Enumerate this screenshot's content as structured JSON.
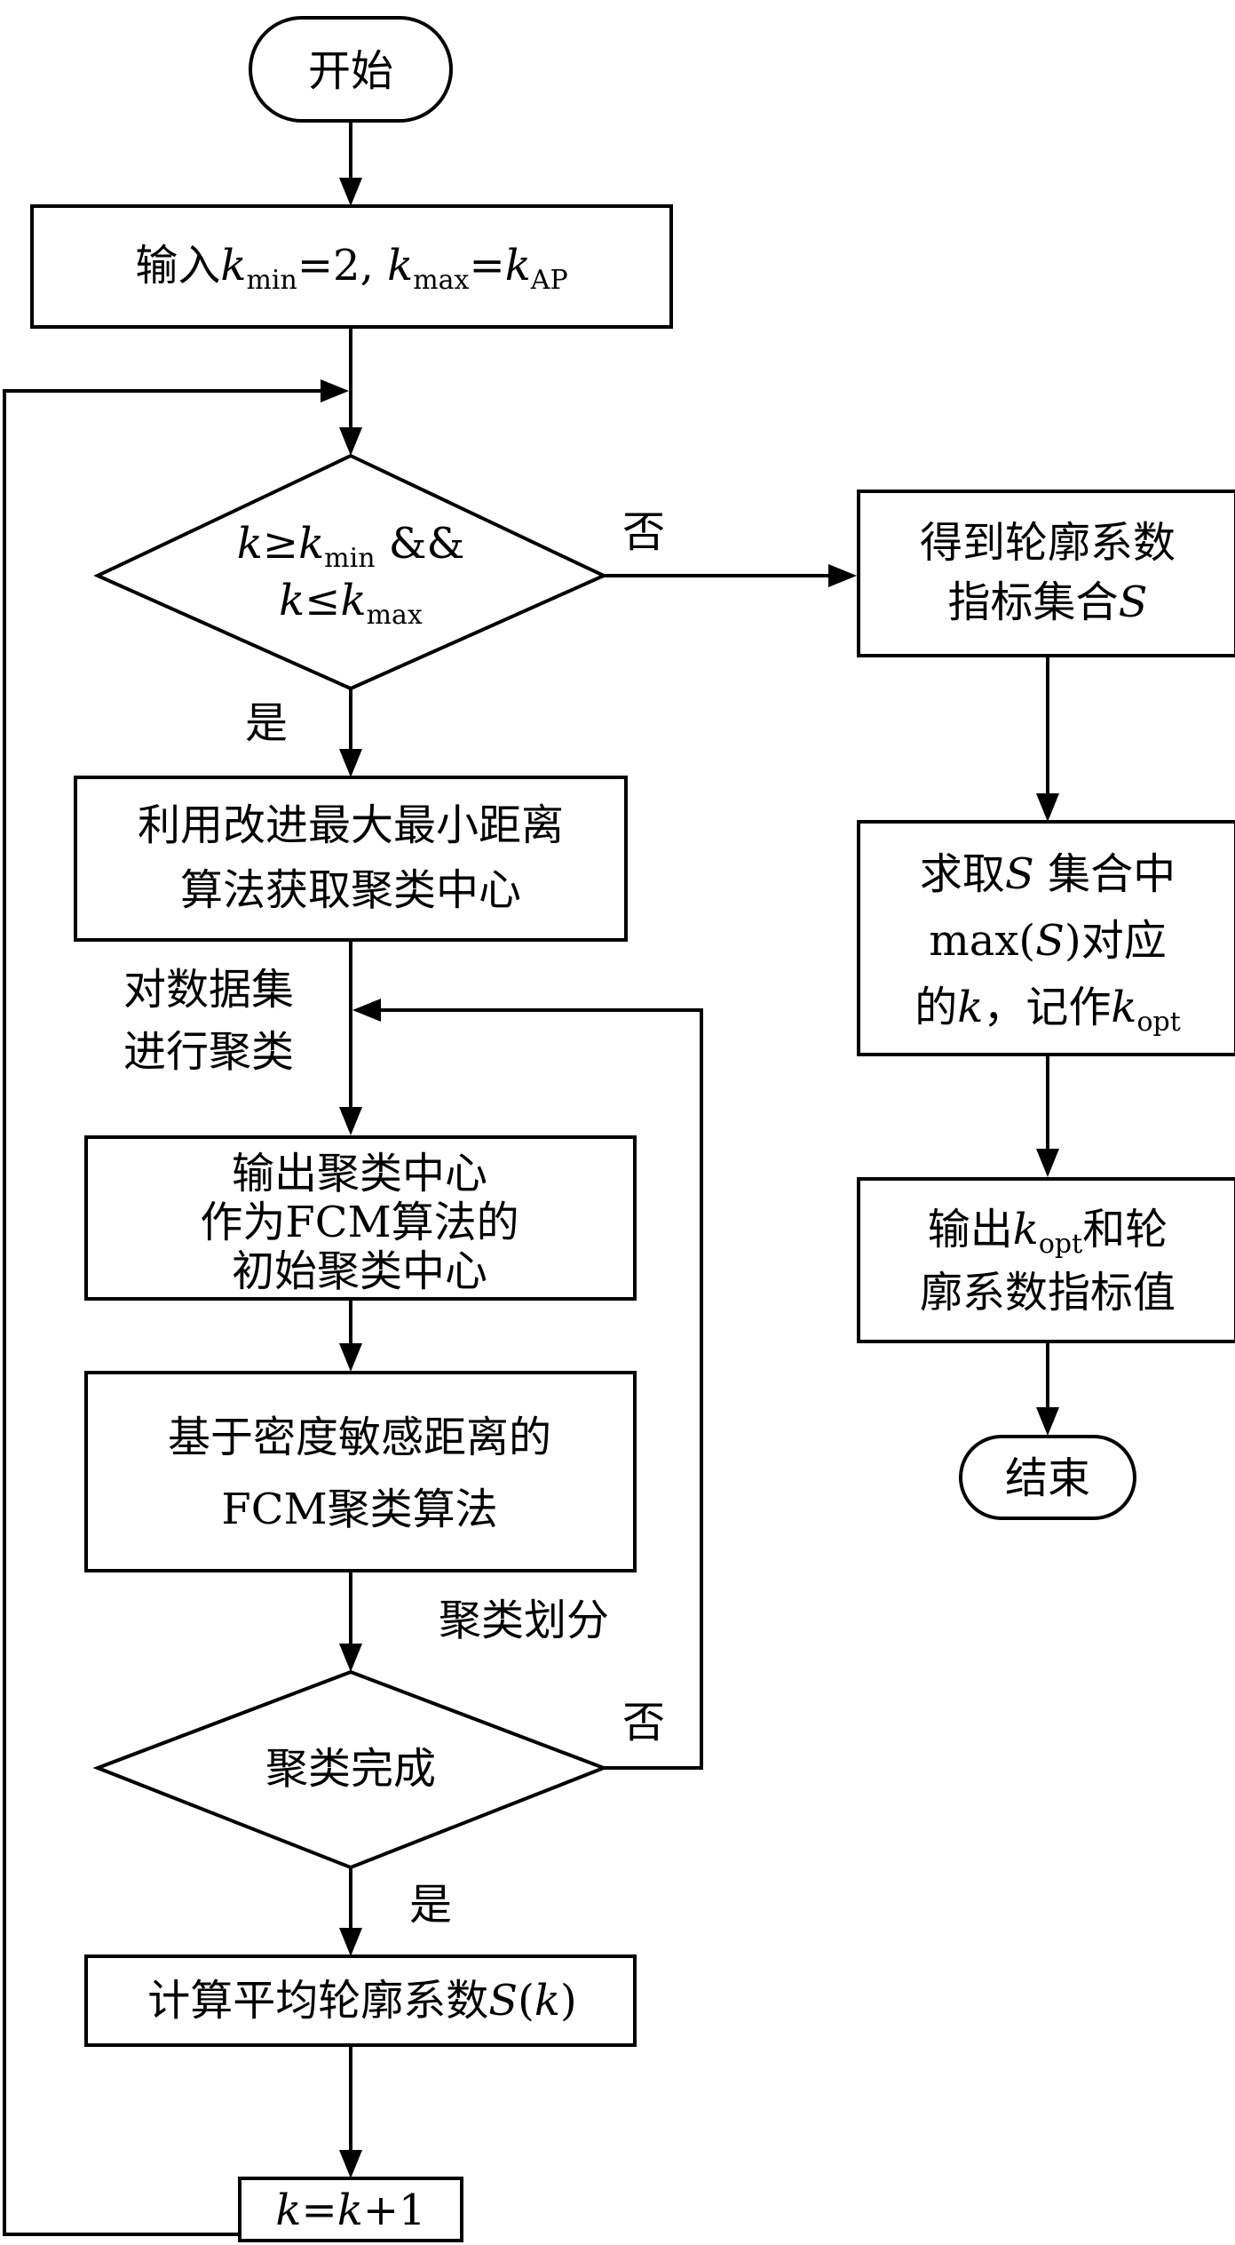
{
  "start": "开始",
  "end": "结束",
  "yes_label": "是",
  "no_label": "否",
  "input": {
    "prefix": "输入",
    "k": "k",
    "min_sub": "min",
    "eq_two": "=2,",
    "max_sub": "max",
    "eq": "=",
    "ap_sub": "AP"
  },
  "loop_check": {
    "k": "k",
    "geq": "≥",
    "min_sub": "min",
    "and": "&&",
    "leq": "≤",
    "max_sub": "max"
  },
  "get_set": {
    "line1": "得到轮廓系数",
    "line2_prefix": "指标集合",
    "line2_var": "S"
  },
  "find_max": {
    "line1_prefix": "求取",
    "line1_var": "S",
    "line1_suffix": "集合中",
    "line2_prefix": "max(",
    "line2_var": "S",
    "line2_suffix": ")对应",
    "line3_prefix": "的",
    "line3_var": "k",
    "line3_mid": "，记作",
    "line3_k": "k",
    "line3_sub": "opt"
  },
  "output_kopt": {
    "line1_prefix": "输出",
    "line1_k": "k",
    "line1_sub": "opt",
    "line1_suffix": "和轮",
    "line2": "廓系数指标值"
  },
  "init_centers": {
    "line1": "利用改进最大最小距离",
    "line2": "算法获取聚类中心"
  },
  "cluster_label": {
    "line1": "对数据集",
    "line2": "进行聚类"
  },
  "output_centers": {
    "line1": "输出聚类中心",
    "line2": "作为FCM算法的",
    "line3": "初始聚类中心"
  },
  "fcm": {
    "line1": "基于密度敏感距离的",
    "line2": "FCM聚类算法"
  },
  "partition_label": "聚类划分",
  "done_check": "聚类完成",
  "silhouette": {
    "prefix": "计算平均轮廓系数",
    "var": "S",
    "open": "(",
    "arg": "k",
    "close": ")"
  },
  "increment": {
    "k1": "k",
    "eq": "=",
    "k2": "k",
    "plus": "+1"
  }
}
